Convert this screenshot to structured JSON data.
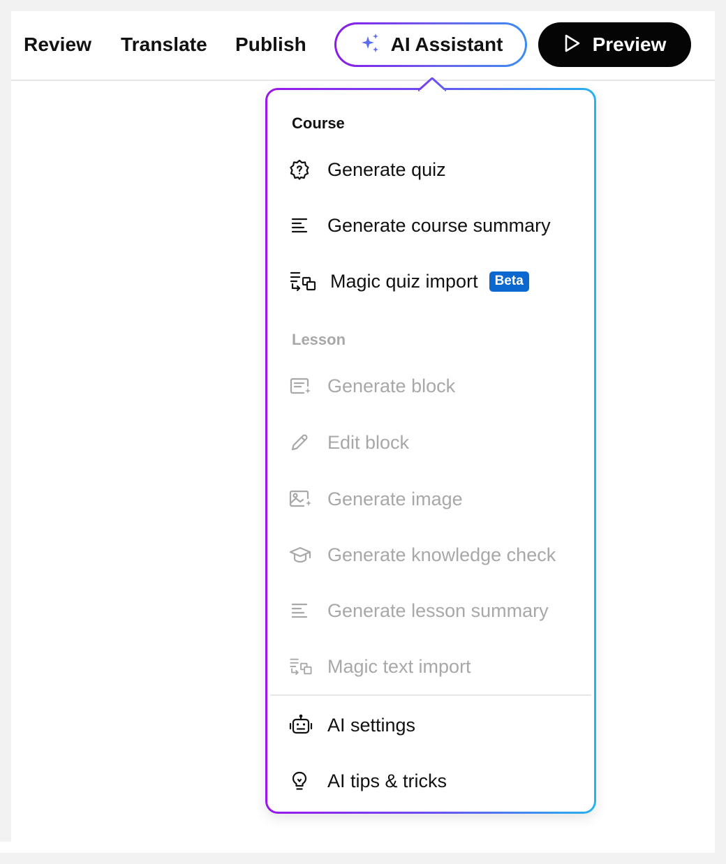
{
  "topbar": {
    "nav": [
      {
        "label": "Review"
      },
      {
        "label": "Translate"
      },
      {
        "label": "Publish"
      }
    ],
    "ai_button": {
      "label": "AI Assistant",
      "icon": "sparkles-icon"
    },
    "preview_button": {
      "label": "Preview",
      "icon": "play-icon"
    }
  },
  "menu": {
    "course_section": {
      "label": "Course",
      "items": [
        {
          "label": "Generate quiz",
          "icon": "quiz-badge-icon"
        },
        {
          "label": "Generate course summary",
          "icon": "summary-lines-icon"
        },
        {
          "label": "Magic quiz import",
          "icon": "import-icon",
          "badge": "Beta"
        }
      ]
    },
    "lesson_section": {
      "label": "Lesson",
      "items": [
        {
          "label": "Generate block",
          "icon": "block-sparkle-icon"
        },
        {
          "label": "Edit block",
          "icon": "pencil-icon"
        },
        {
          "label": "Generate image",
          "icon": "image-sparkle-icon"
        },
        {
          "label": "Generate knowledge check",
          "icon": "graduation-cap-icon"
        },
        {
          "label": "Generate lesson summary",
          "icon": "summary-lines-icon"
        },
        {
          "label": "Magic text import",
          "icon": "import-icon"
        }
      ]
    },
    "footer_items": [
      {
        "label": "AI settings",
        "icon": "robot-icon"
      },
      {
        "label": "AI tips & tricks",
        "icon": "lightbulb-icon"
      }
    ]
  },
  "colors": {
    "gradient_start": "#9a16ea",
    "gradient_end": "#25b3ef",
    "beta_badge": "#0a68d0",
    "disabled_text": "#a8a8a8"
  }
}
